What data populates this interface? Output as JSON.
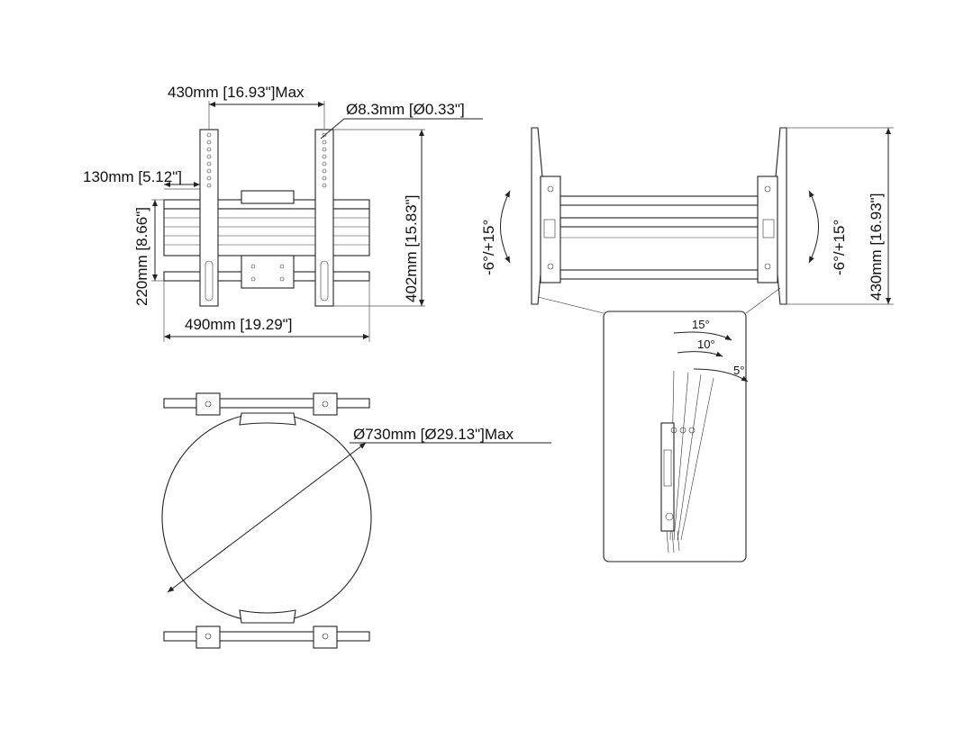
{
  "front_view": {
    "width_max": "430mm [16.93\"]Max",
    "hole_diameter": "Ø8.3mm [Ø0.33\"]",
    "offset": "130mm [5.12\"]",
    "rail_height": "220mm [8.66\"]",
    "bracket_height": "402mm [15.83\"]",
    "overall_width": "490mm [19.29\"]"
  },
  "side_view": {
    "tilt_left": "-6°/+15°",
    "tilt_right": "-6°/+15°",
    "height": "430mm [16.93\"]"
  },
  "detail_view": {
    "angle_15": "15°",
    "angle_10": "10°",
    "angle_5": "5°"
  },
  "top_view": {
    "diameter_max": "Ø730mm [Ø29.13\"]Max"
  }
}
